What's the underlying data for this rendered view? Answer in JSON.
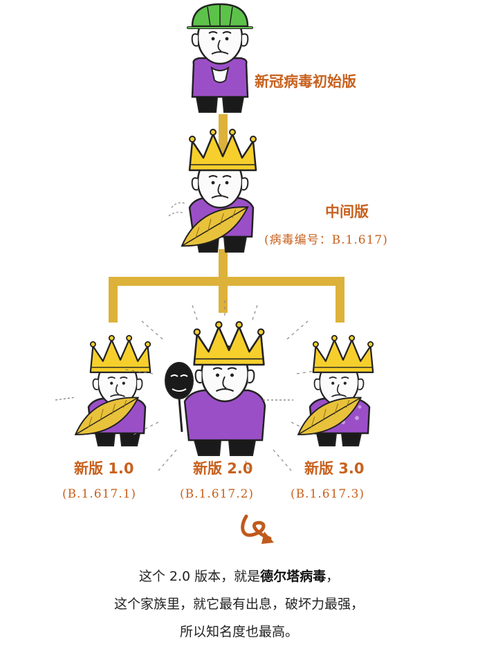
{
  "diagram": {
    "root": {
      "label": "新冠病毒初始版"
    },
    "middle": {
      "label": "中间版",
      "code": "(病毒编号：B.1.617)"
    },
    "children": [
      {
        "label": "新版 1.0",
        "code": "(B.1.617.1)"
      },
      {
        "label": "新版 2.0",
        "code": "(B.1.617.2)"
      },
      {
        "label": "新版 3.0",
        "code": "(B.1.617.3)"
      }
    ]
  },
  "caption": {
    "line1_prefix": "这个 2.0 版本，就是",
    "line1_bold": "德尔塔病毒",
    "line1_suffix": "，",
    "line2": "这个家族里，就它最有出息，破坏力最强，",
    "line3": "所以知名度也最高。"
  },
  "colors": {
    "connector": "#ddb23a",
    "label": "#c8611e",
    "shirt": "#9b4fc7",
    "helmet": "#5dc24a",
    "crown": "#f6cf2c",
    "leaf": "#e9c23b",
    "arrow": "#c05a1c"
  },
  "icons": [
    "helmet-icon",
    "crown-icon",
    "leaf-icon",
    "mask-icon",
    "curved-arrow-icon"
  ]
}
